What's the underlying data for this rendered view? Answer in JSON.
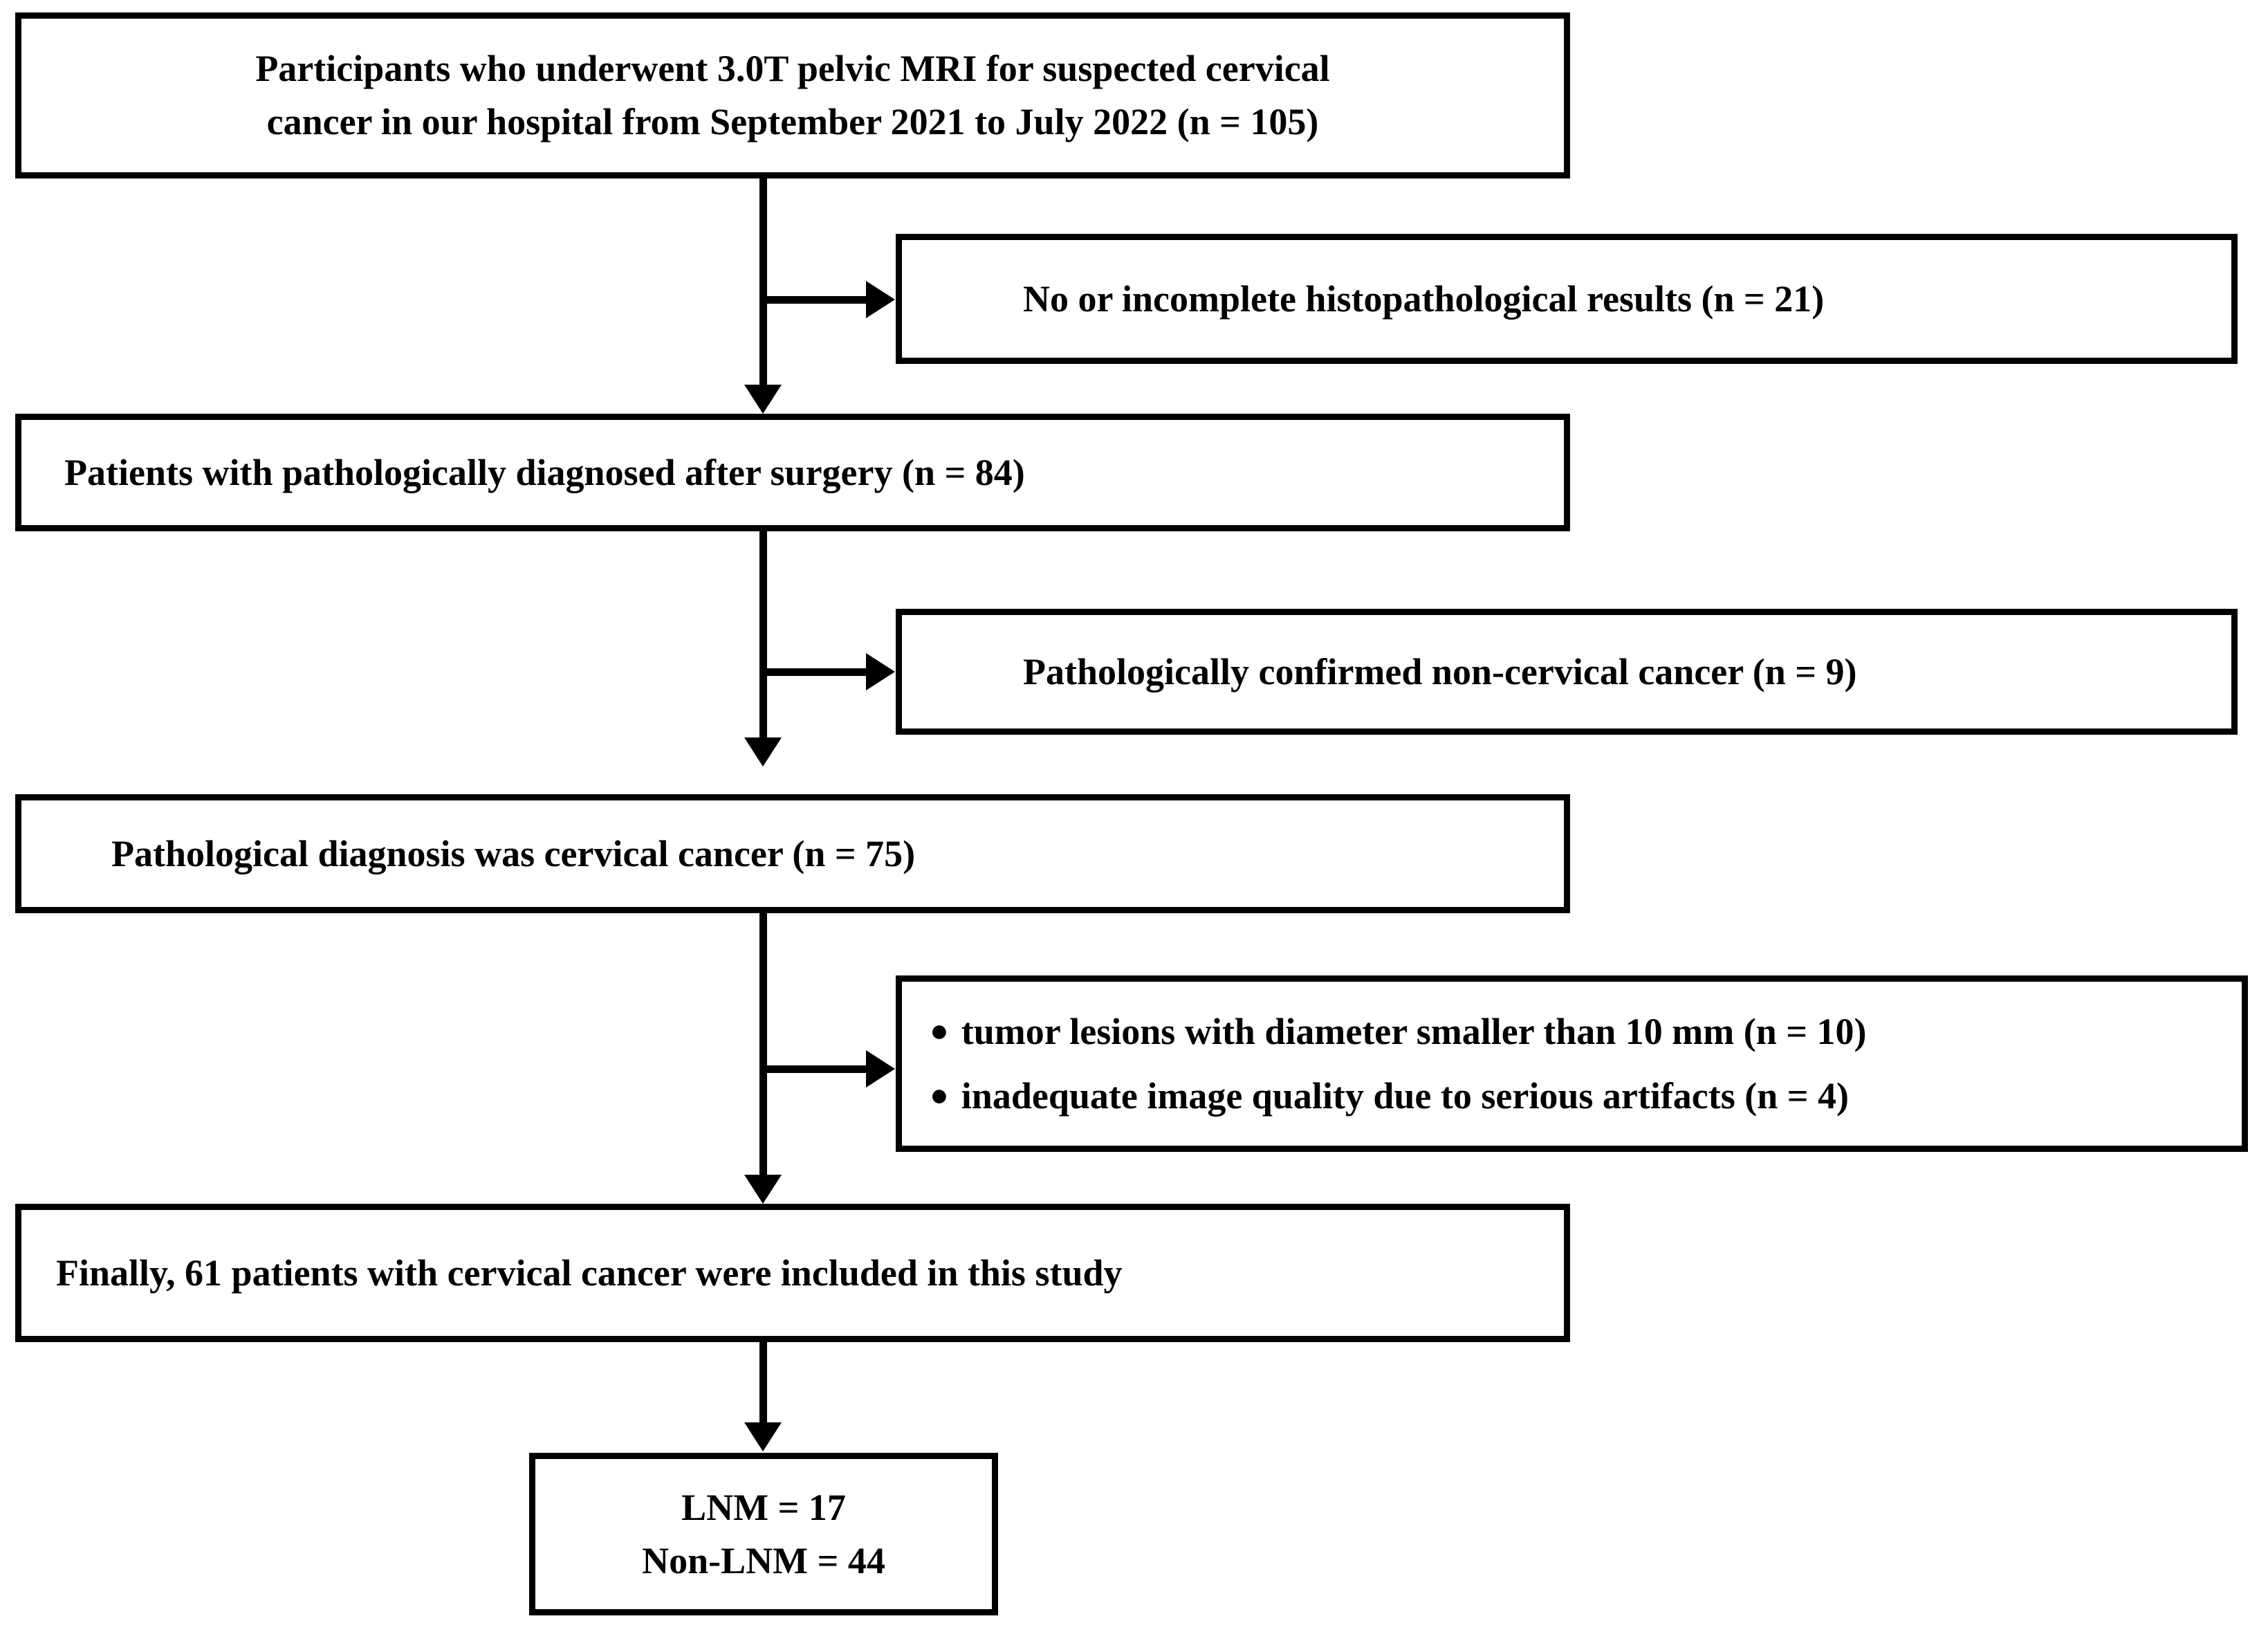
{
  "figure": {
    "type": "flowchart",
    "orientation": "top-to-bottom",
    "description": "Patient selection flow diagram for a cervical cancer MRI study"
  },
  "nodes": {
    "box1": {
      "line1": "Participants who underwent 3.0T pelvic MRI for suspected cervical",
      "line2": "cancer in our hospital from September 2021 to July 2022 (n = 105)",
      "n": 105
    },
    "box2": {
      "line1": "No or incomplete histopathological results (n = 21)",
      "n": 21
    },
    "box3": {
      "line1": "Patients with pathologically diagnosed after surgery (n = 84)",
      "n": 84
    },
    "box4": {
      "line1": "Pathologically confirmed non-cervical cancer (n = 9)",
      "n": 9
    },
    "box5": {
      "line1": "Pathological diagnosis was cervical cancer (n = 75)",
      "n": 75
    },
    "box6": {
      "bullet_symbol": "●",
      "line1": "tumor lesions with diameter smaller than 10 mm (n = 10)",
      "line2": "inadequate image quality due to serious artifacts (n = 4)",
      "n1": 10,
      "n2": 4
    },
    "box7": {
      "line1": "Finally, 61 patients with cervical cancer were included in this study",
      "n": 61
    },
    "box8": {
      "line1": "LNM = 17",
      "line2": "Non-LNM = 44",
      "lnm": 17,
      "non_lnm": 44
    }
  },
  "colors": {
    "stroke": "#000000",
    "fill": "#ffffff",
    "text": "#000000"
  }
}
